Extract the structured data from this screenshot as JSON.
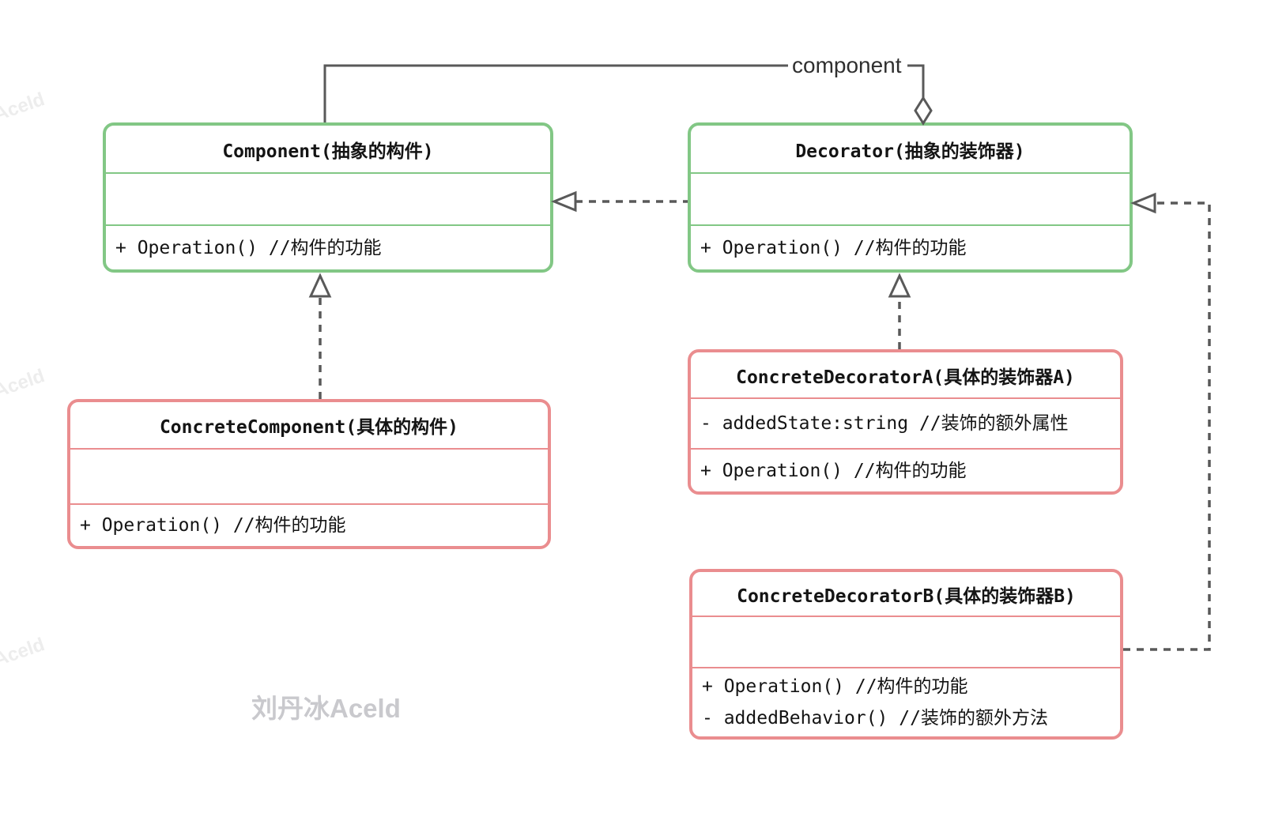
{
  "diagram": {
    "edge_label": "component",
    "watermark_main": "刘丹冰Aceld",
    "watermark_faint": "Aceld",
    "colors": {
      "abstract_box_border": "#82c785",
      "concrete_box_border": "#ea8d8f",
      "connector": "#595959",
      "watermark_main": "#c9c9cd",
      "watermark_faint": "#ededed"
    }
  },
  "classes": [
    {
      "id": "component",
      "title": "Component(抽象的构件)",
      "attributes": [],
      "methods": [
        "+ Operation() //构件的功能"
      ]
    },
    {
      "id": "decorator",
      "title": "Decorator(抽象的装饰器)",
      "attributes": [],
      "methods": [
        "+ Operation() //构件的功能"
      ]
    },
    {
      "id": "concrete-component",
      "title": "ConcreteComponent(具体的构件)",
      "attributes": [],
      "methods": [
        "+ Operation() //构件的功能"
      ]
    },
    {
      "id": "concrete-decorator-a",
      "title": "ConcreteDecoratorA(具体的装饰器A)",
      "attributes": [
        "- addedState:string //装饰的额外属性"
      ],
      "methods": [
        "+ Operation() //构件的功能"
      ]
    },
    {
      "id": "concrete-decorator-b",
      "title": "ConcreteDecoratorB(具体的装饰器B)",
      "attributes": [],
      "methods": [
        "+ Operation() //构件的功能",
        "- addedBehavior() //装饰的额外方法"
      ]
    }
  ],
  "relations": [
    {
      "type": "aggregation",
      "from": "decorator",
      "to": "component",
      "label": "component"
    },
    {
      "type": "dashed-generalization",
      "from": "decorator",
      "to": "component"
    },
    {
      "type": "dashed-generalization",
      "from": "concrete-component",
      "to": "component"
    },
    {
      "type": "dashed-generalization",
      "from": "concrete-decorator-a",
      "to": "decorator"
    },
    {
      "type": "dashed-generalization",
      "from": "concrete-decorator-b",
      "to": "decorator"
    }
  ]
}
